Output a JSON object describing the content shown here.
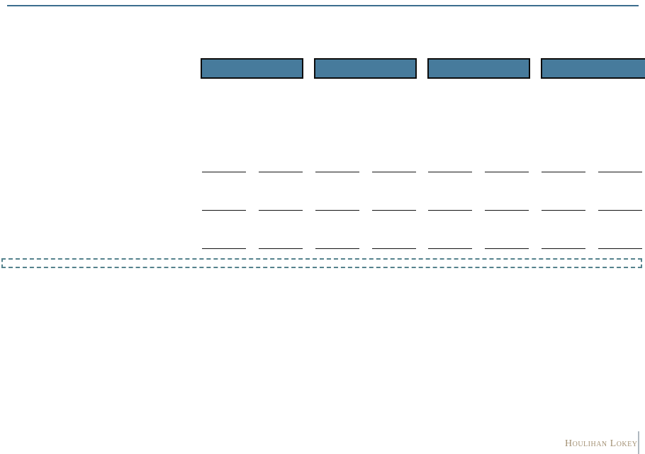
{
  "slide": {
    "background_color": "#ffffff",
    "top_rule_color": "#3c6d8e"
  },
  "header_boxes": {
    "count": 4,
    "fill_color": "#477b9c",
    "border_color": "#0c0c0c",
    "labels": [
      "",
      "",
      "",
      ""
    ]
  },
  "blank_line_rows": {
    "row_count": 3,
    "lines_per_row": 8,
    "line_color": "#151515"
  },
  "dashed_band": {
    "border_style": "dashed",
    "border_color": "#55828c"
  },
  "footer": {
    "logo_text": "Houlihan Lokey",
    "logo_color": "#a39174",
    "divider_color": "#b0b9c0"
  }
}
